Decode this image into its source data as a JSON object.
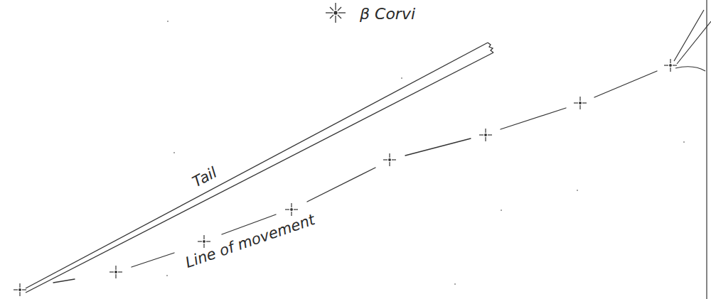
{
  "diagram": {
    "labels": [
      "β Corvi",
      "Tail",
      "Line of movement"
    ]
  }
}
